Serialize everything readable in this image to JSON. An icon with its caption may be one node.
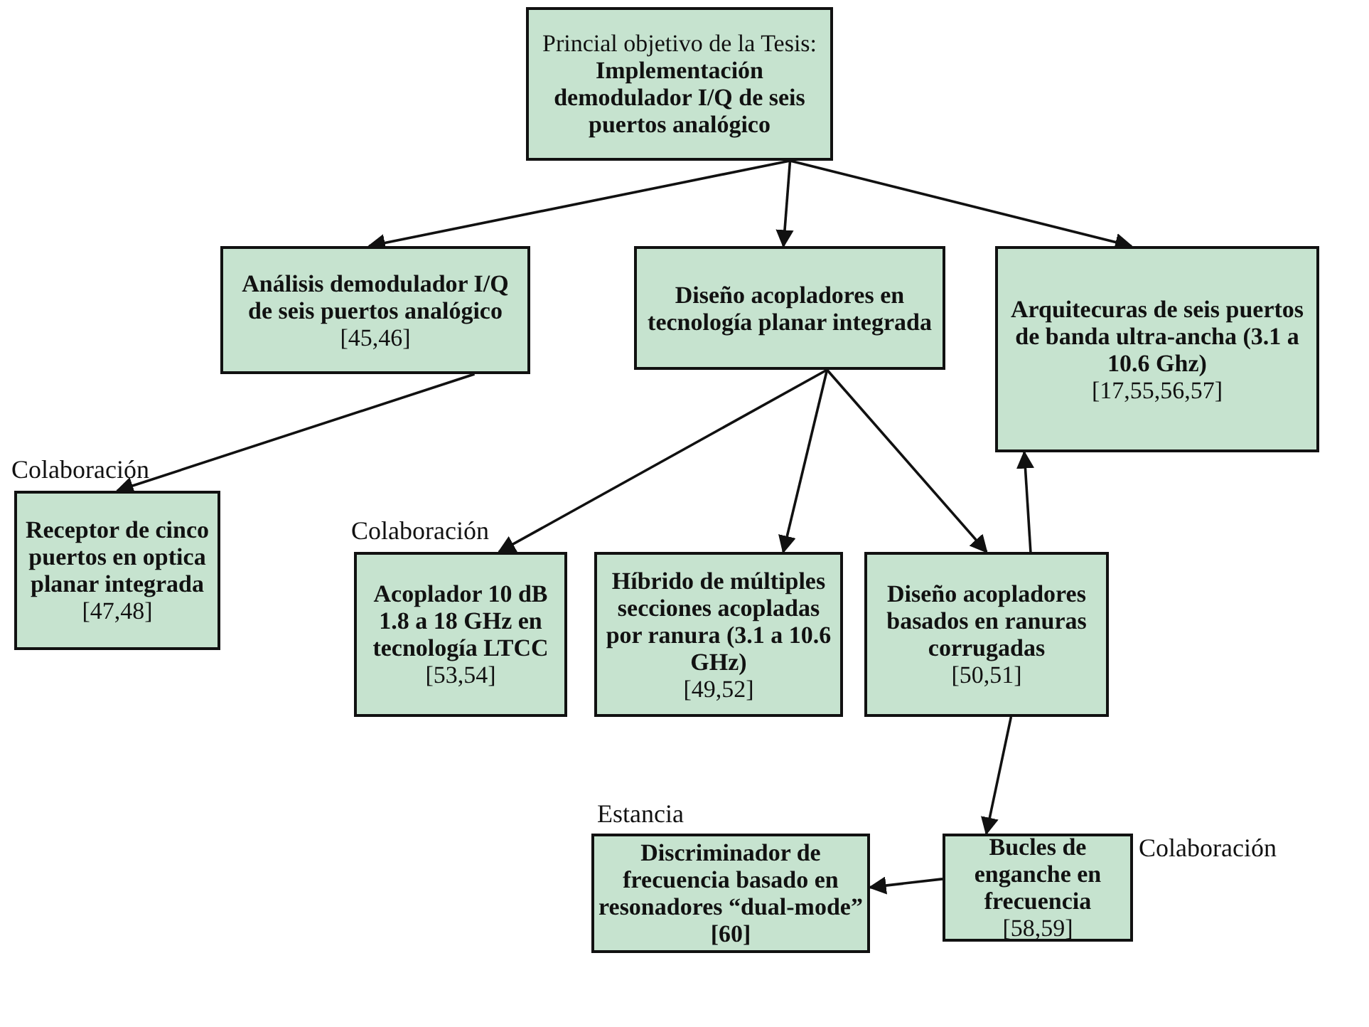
{
  "diagram": {
    "nodes": [
      {
        "text": [
          "Princial objetivo de la Tesis:",
          "Implementación demodulador I/Q de seis puertos analógico"
        ]
      },
      {
        "text": [
          "Análisis demodulador I/Q de seis puertos analógico",
          "[45,46]"
        ]
      },
      {
        "text": [
          "Diseño acopladores en tecnología planar integrada"
        ]
      },
      {
        "text": [
          "Arquitecuras de seis puertos de banda ultra-ancha (3.1 a 10.6 Ghz)",
          "[17,55,56,57]"
        ]
      },
      {
        "text": [
          "Receptor de cinco puertos en optica planar integrada",
          "[47,48]"
        ],
        "beside": [
          "Colaboración"
        ]
      },
      {
        "text": [
          "Acoplador 10 dB 1.8 a 18 GHz en tecnología LTCC",
          "[53,54]"
        ],
        "beside": [
          "Colaboración"
        ]
      },
      {
        "text": [
          "Híbrido de múltiples secciones acopladas por ranura (3.1 a 10.6 GHz)",
          "[49,52]"
        ]
      },
      {
        "text": [
          "Diseño acopladores basados en ranuras corrugadas",
          "[50,51]"
        ]
      },
      {
        "text": [
          "Discriminador de frecuencia basado en resonadores “dual-mode” [60]"
        ],
        "beside": [
          "Estancia"
        ]
      },
      {
        "text": [
          "Bucles de enganche en frecuencia",
          "[58,59]"
        ],
        "beside": [
          "Colaboración"
        ]
      }
    ],
    "edges": [
      {
        "from": 0,
        "to": 1,
        "arrow": "to"
      },
      {
        "from": 0,
        "to": 2,
        "arrow": "to"
      },
      {
        "from": 0,
        "to": 3,
        "arrow": "to"
      },
      {
        "from": 1,
        "to": 4,
        "arrow": "to"
      },
      {
        "from": 2,
        "to": 5,
        "arrow": "to"
      },
      {
        "from": 2,
        "to": 6,
        "arrow": "to"
      },
      {
        "from": 2,
        "to": 7,
        "arrow": "to"
      },
      {
        "from": 7,
        "to": 3,
        "arrow": "to"
      },
      {
        "from": 7,
        "to": 9,
        "arrow": "to"
      },
      {
        "from": 9,
        "to": 8,
        "arrow": "to"
      }
    ]
  }
}
